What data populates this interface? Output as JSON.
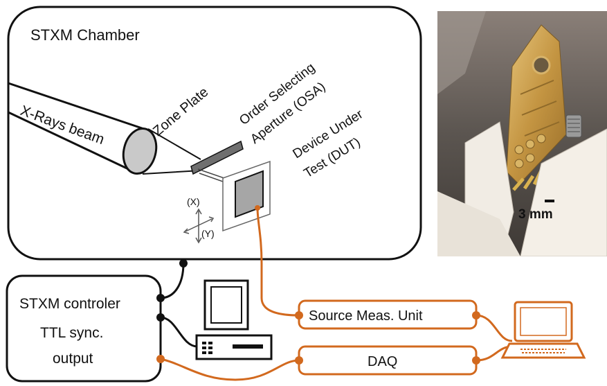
{
  "chamber": {
    "title": "STXM Chamber"
  },
  "beam": {
    "label": "X-Rays beam"
  },
  "zone_plate": {
    "label": "Zone Plate"
  },
  "osa": {
    "line1": "Order Selecting",
    "line2": "Aperture (OSA)"
  },
  "dut": {
    "line1": "Device Under",
    "line2": "Test (DUT)"
  },
  "axes": {
    "x_label": "(X)",
    "y_label": "(Y)"
  },
  "controller": {
    "line1": "STXM controler",
    "line2": "TTL sync.",
    "line3": "output"
  },
  "instruments": {
    "smu_label": "Source Meas. Unit",
    "daq_label": "DAQ"
  },
  "photo": {
    "scale_label": "3 mm"
  },
  "colors": {
    "accent": "#d2691e",
    "outline": "#111111",
    "device_gray": "#a6a6a6"
  }
}
